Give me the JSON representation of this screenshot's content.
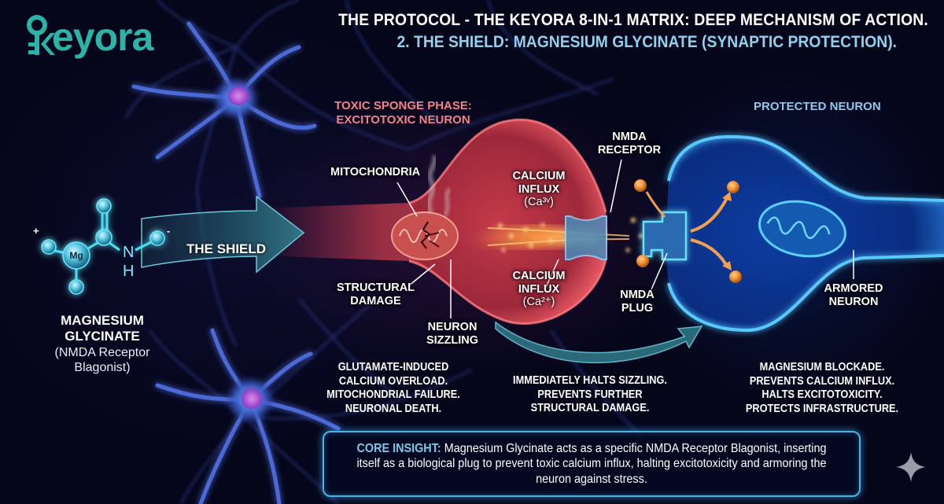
{
  "brand": {
    "logo_text": "eyora",
    "logo_full": "Keyora",
    "logo_color": "#2bb3a8"
  },
  "header": {
    "title": "THE PROTOCOL - THE KEYORA 8-IN-1 MATRIX: DEEP MECHANISM OF ACTION.",
    "subtitle": "2. THE SHIELD: MAGNESIUM GLYCINATE (SYNAPTIC PROTECTION)."
  },
  "molecule": {
    "center_atom": "Mg",
    "atom_n": "N",
    "atom_h": "H",
    "charge_plus": "+",
    "charge_minus": "-",
    "name_line1": "MAGNESIUM",
    "name_line2": "GLYCINATE",
    "sub_line1": "(NMDA Receptor",
    "sub_line2": "Blagonist)"
  },
  "shield_arrow": {
    "label": "THE SHIELD"
  },
  "toxic_phase": {
    "title_line1": "TOXIC SPONGE PHASE:",
    "title_line2": "EXCITOTOXIC NEURON",
    "labels": {
      "mitochondria": "MITOCHONDRIA",
      "structural_damage_1": "STRUCTURAL",
      "structural_damage_2": "DAMAGE",
      "neuron_sizzling_1": "NEURON",
      "neuron_sizzling_2": "SIZZLING",
      "calcium_top_1": "CALCIUM",
      "calcium_top_2": "INFLUX",
      "calcium_top_3": "(Ca³ᵛ)",
      "calcium_bottom_1": "CALCIUM",
      "calcium_bottom_2": "INFLUX",
      "calcium_bottom_3": "(Ca²⁺)",
      "nmda_receptor_1": "NMDA",
      "nmda_receptor_2": "RECEPTOR",
      "nmda_plug_1": "NMDA",
      "nmda_plug_2": "PLUG"
    },
    "description": [
      "GLUTAMATE-INDUCED",
      "CALCIUM OVERLOAD.",
      "MITOCHONDRIAL FAILURE.",
      "NEURONAL DEATH."
    ]
  },
  "transition": {
    "description": [
      "IMMEDIATELY HALTS SIZZLING.",
      "PREVENTS FURTHER",
      "STRUCTURAL DAMAGE."
    ]
  },
  "protected_phase": {
    "title": "PROTECTED NEURON",
    "armored_1": "ARMORED",
    "armored_2": "NEURON",
    "description": [
      "MAGNESIUM BLOCKADE.",
      "PREVENTS CALCIUM INFLUX.",
      "HALTS EXCITOTOXICITY.",
      "PROTECTS INFRASTRUCTURE."
    ]
  },
  "core_insight": {
    "heading": "CORE INSIGHT:",
    "text": " Magnesium Glycinate acts as a specific NMDA Receptor Blagonist, inserting itself as a biological plug to prevent toxic calcium influx, halting excitotoxicity and armoring the neuron against stress."
  },
  "colors": {
    "background": "#05061a",
    "title": "#ffffff",
    "subtitle": "#8fd1ef",
    "toxic_label": "#f0838a",
    "protected_label": "#8fc8ec",
    "insight_border": "#4ab3e6",
    "arrow": "#2f6f80",
    "calcium_ion": "#f0a040"
  },
  "icons": {
    "sparkle": "sparkle-icon"
  }
}
